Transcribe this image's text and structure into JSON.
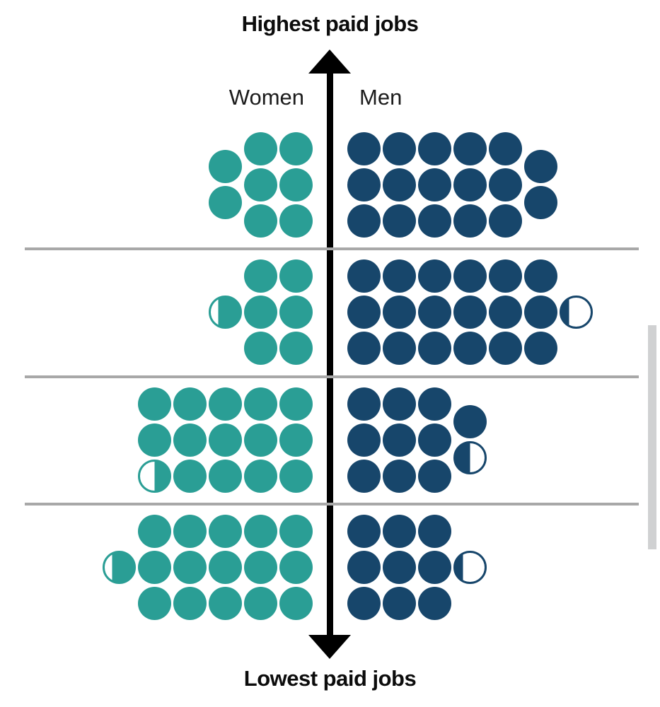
{
  "ui": {
    "scrollbar_color": "#d0d1d2",
    "separator_color": "#a8a8a8",
    "background": "#ffffff"
  },
  "chart_data": {
    "type": "pictogram",
    "title_top": "Highest paid jobs",
    "title_bottom": "Lowest paid jobs",
    "series_labels": {
      "left": "Women",
      "right": "Men"
    },
    "dot_unit_percent": 4,
    "legend_note_axis": "vertical double-headed arrow from highest to lowest paid jobs",
    "colors": {
      "women": "#2a9e95",
      "men": "#17466b",
      "axis": "#000000",
      "text": "#0c0c0c"
    },
    "quartiles": [
      {
        "rank_from_highest": 1,
        "women": {
          "percent": 32,
          "dot_count": 8,
          "full_columns": 2,
          "extra_dots": [
            {
              "col": 3,
              "pos": "s0",
              "fill": 1
            },
            {
              "col": 3,
              "pos": "s1",
              "fill": 1
            }
          ]
        },
        "men": {
          "percent": 68,
          "dot_count": 17,
          "full_columns": 5,
          "extra_dots": [
            {
              "col": 6,
              "pos": "s0",
              "fill": 1
            },
            {
              "col": 6,
              "pos": "s1",
              "fill": 1
            }
          ]
        }
      },
      {
        "rank_from_highest": 2,
        "women": {
          "percent": 27,
          "dot_count": 6.75,
          "full_columns": 2,
          "extra_dots": [
            {
              "col": 3,
              "pos": "1",
              "fill": 0.75
            }
          ]
        },
        "men": {
          "percent": 73,
          "dot_count": 18.25,
          "full_columns": 6,
          "extra_dots": [
            {
              "col": 7,
              "pos": "1",
              "fill": 0.25
            }
          ]
        }
      },
      {
        "rank_from_highest": 3,
        "women": {
          "percent": 58,
          "dot_count": 14.5,
          "full_columns": 4,
          "extra_dots": [
            {
              "col": 5,
              "pos": "0",
              "fill": 1
            },
            {
              "col": 5,
              "pos": "1",
              "fill": 1
            },
            {
              "col": 5,
              "pos": "2",
              "fill": 0.5
            }
          ]
        },
        "men": {
          "percent": 42,
          "dot_count": 10.5,
          "full_columns": 3,
          "extra_dots": [
            {
              "col": 4,
              "pos": "s0",
              "fill": 1
            },
            {
              "col": 4,
              "pos": "s1",
              "fill": 0.5
            }
          ]
        }
      },
      {
        "rank_from_highest": 4,
        "women": {
          "percent": 63,
          "dot_count": 15.75,
          "full_columns": 5,
          "extra_dots": [
            {
              "col": 6,
              "pos": "1",
              "fill": 0.75
            }
          ]
        },
        "men": {
          "percent": 37,
          "dot_count": 9.25,
          "full_columns": 3,
          "extra_dots": [
            {
              "col": 4,
              "pos": "1",
              "fill": 0.25
            }
          ]
        }
      }
    ]
  }
}
